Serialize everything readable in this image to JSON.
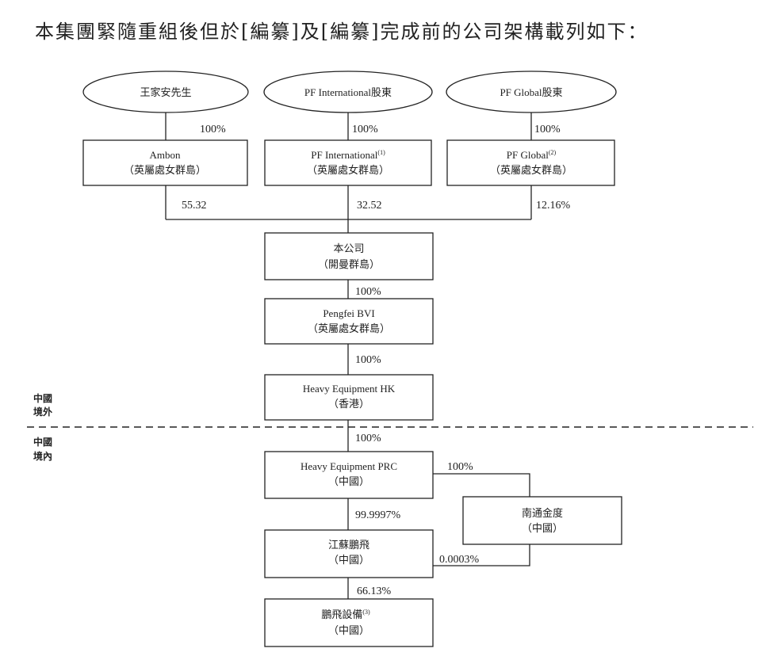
{
  "title": "本集團緊隨重組後但於[編纂]及[編纂]完成前的公司架構載列如下：",
  "shareholders": {
    "wang": "王家安先生",
    "pf_intl_holders": "PF International股東",
    "pf_global_holders": "PF Global股東"
  },
  "entities": {
    "ambon": {
      "name": "Ambon",
      "jurisdiction": "（英屬處女群島）"
    },
    "pf_intl": {
      "name": "PF International",
      "note": "(1)",
      "jurisdiction": "（英屬處女群島）"
    },
    "pf_global": {
      "name": "PF Global",
      "note": "(2)",
      "jurisdiction": "（英屬處女群島）"
    },
    "company": {
      "name": "本公司",
      "jurisdiction": "（開曼群島）"
    },
    "pengfei_bvi": {
      "name": "Pengfei BVI",
      "jurisdiction": "（英屬處女群島）"
    },
    "he_hk": {
      "name": "Heavy Equipment HK",
      "jurisdiction": "（香港）"
    },
    "he_prc": {
      "name": "Heavy Equipment PRC",
      "jurisdiction": "（中國）"
    },
    "nantong": {
      "name": "南通金度",
      "jurisdiction": "（中國）"
    },
    "jiangsu": {
      "name": "江蘇鵬飛",
      "jurisdiction": "（中國）"
    },
    "pengfei_equip": {
      "name": "鵬飛設備",
      "note": "(3)",
      "jurisdiction": "（中國）"
    }
  },
  "percentages": {
    "wang_ambon": "100%",
    "holders_pf_intl": "100%",
    "holders_pf_global": "100%",
    "ambon_company": "55.32",
    "pf_intl_company": "32.52",
    "pf_global_company": "12.16%",
    "company_bvi": "100%",
    "bvi_hk": "100%",
    "hk_prc": "100%",
    "prc_nantong": "100%",
    "prc_jiangsu": "99.9997%",
    "nantong_jiangsu": "0.0003%",
    "jiangsu_equip": "66.13%"
  },
  "regions": {
    "offshore_line1": "中國",
    "offshore_line2": "境外",
    "onshore_line1": "中國",
    "onshore_line2": "境內"
  }
}
